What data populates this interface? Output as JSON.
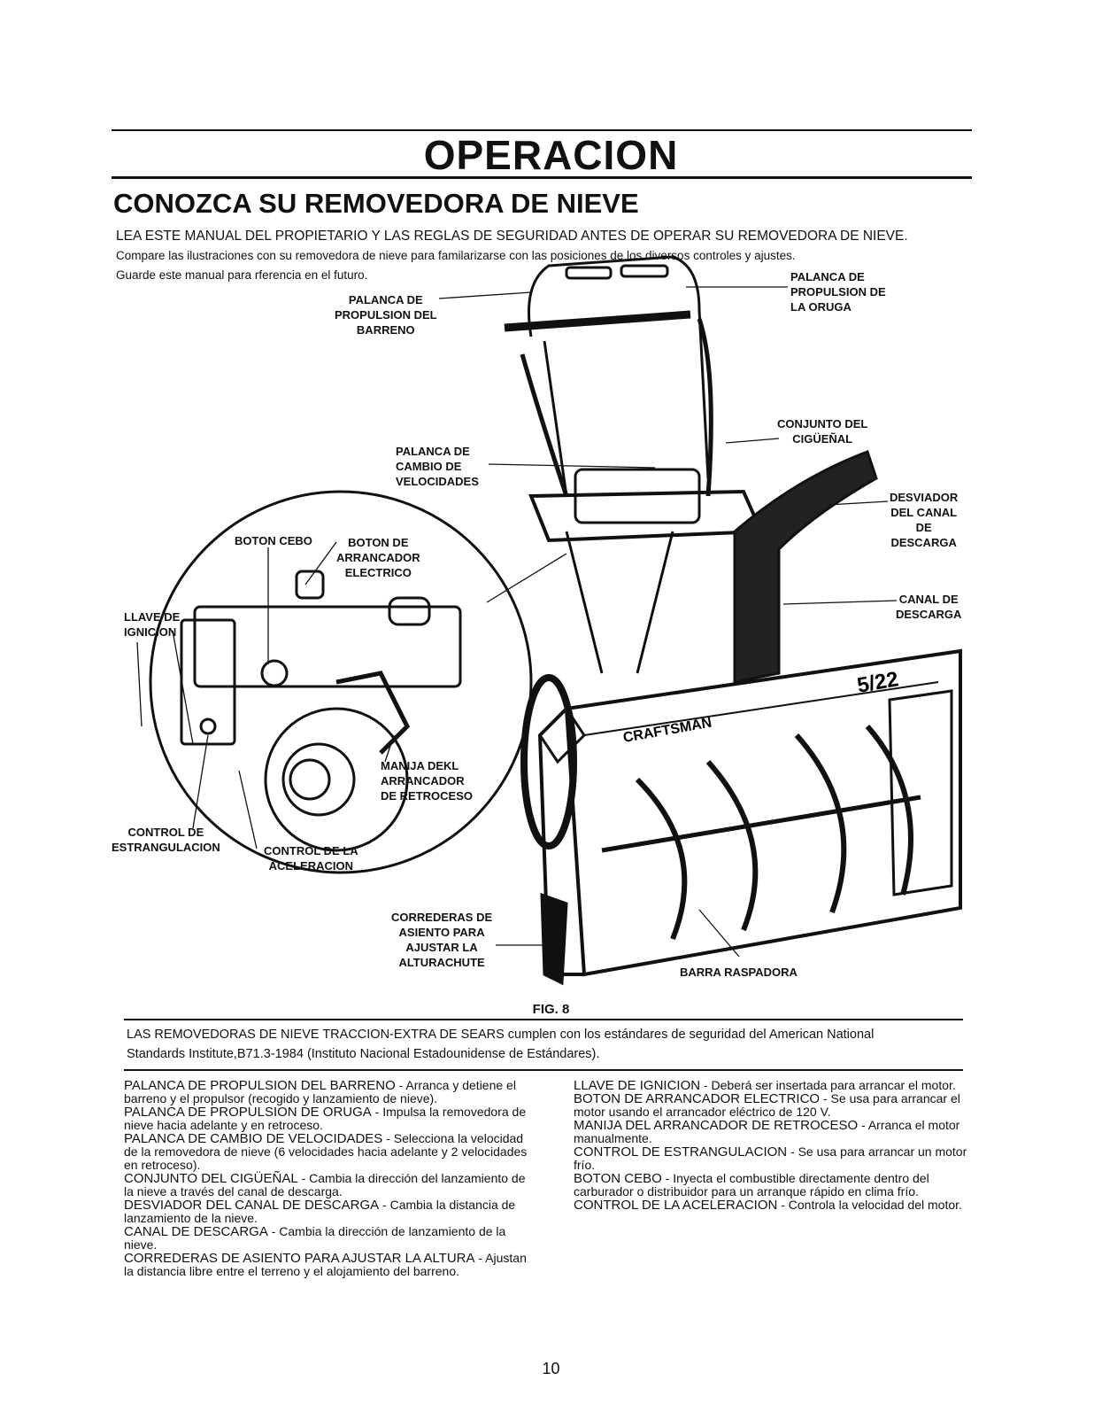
{
  "title": "OPERACION",
  "subtitle": "CONOZCA SU REMOVEDORA DE NIEVE",
  "intro": [
    "LEA ESTE MANUAL DEL PROPIETARIO Y LAS REGLAS DE SEGURIDAD ANTES DE OPERAR SU REMOVEDORA DE NIEVE.",
    "Compare las ilustraciones con su removedora de nieve para familarizarse con las posiciones de los diversos controles y ajustes.",
    "Guarde este manual para rferencia en el futuro."
  ],
  "labels": {
    "auger_lever": "PALANCA DE\nPROPULSION DEL\nBARRENO",
    "track_lever": "PALANCA DE\nPROPULSION DE\nLA ORUGA",
    "crank": "CONJUNTO DEL\nCIGÜEÑAL",
    "shift_lever": "PALANCA DE\nCAMBIO DE\nVELOCIDADES",
    "deflector": "DESVIADOR\nDEL CANAL\nDE\nDESCARGA",
    "chute": "CANAL DE\nDESCARGA",
    "primer": "BOTON CEBO",
    "starter_button": "BOTON DE\nARRANCADOR\nELECTRICO",
    "ignition": "LLAVE DE\nIGNICION",
    "recoil": "MANIJA DEKL\nARRANCADOR\nDE RETROCESO",
    "choke": "CONTROL DE\nESTRANGULACION",
    "throttle": "CONTROL DE LA\nACELERACION",
    "skids": "CORREDERAS DE\nASIENTO PARA\nAJUSTAR LA\nALTURACHUTE",
    "scraper": "BARRA RASPADORA",
    "brand": "CRAFTSMAN",
    "model": "5/22"
  },
  "figure_caption": "FIG. 8",
  "standards_note": [
    "LAS REMOVEDORAS DE NIEVE TRACCION-EXTRA DE SEARS cumplen con los estándares de seguridad del American National",
    "Standards Institute,B71.3-1984 (Instituto Nacional Estadounidense de Estándares)."
  ],
  "descriptions_left": [
    {
      "term": "PALANCA DE PROPULSION DEL BARRENO",
      "text": " - Arranca y detiene el barreno y el propulsor (recogido y lanzamiento de nieve)."
    },
    {
      "term": "PALANCA DE PROPULSION DE ORUGA",
      "text": " - Impulsa la removedora de nieve hacia adelante y en retroceso."
    },
    {
      "term": "PALANCA DE CAMBIO DE VELOCIDADES",
      "text": " - Selecciona la velocidad de la removedora de nieve (6 velocidades hacia adelante y 2 velocidades en retroceso)."
    },
    {
      "term": "CONJUNTO DEL CIGÜEÑAL",
      "text": " - Cambia la dirección del lanzamiento de la nieve a través del canal de descarga."
    },
    {
      "term": "DESVIADOR DEL CANAL DE DESCARGA",
      "text": " - Cambia la distancia de lanzamiento de la nieve."
    },
    {
      "term": "CANAL DE DESCARGA",
      "text": " - Cambia la dirección de lanzamiento de la nieve."
    },
    {
      "term": "CORREDERAS DE ASIENTO PARA AJUSTAR LA ALTURA",
      "text": " - Ajustan la distancia libre entre el terreno y el alojamiento del barreno."
    }
  ],
  "descriptions_right": [
    {
      "term": "LLAVE DE IGNICION",
      "text": " - Deberá ser insertada para arrancar el motor."
    },
    {
      "term": "BOTON DE ARRANCADOR ELECTRICO",
      "text": " - Se usa para arrancar el motor usando el arrancador eléctrico de 120 V."
    },
    {
      "term": "MANIJA DEL ARRANCADOR DE RETROCESO",
      "text": " - Arranca el motor manualmente."
    },
    {
      "term": "CONTROL DE ESTRANGULACION",
      "text": " - Se usa para arrancar un motor frío."
    },
    {
      "term": "BOTON CEBO",
      "text": " - Inyecta el combustible directamente dentro del carburador o distribuidor para un arranque rápido en clima frío."
    },
    {
      "term": "CONTROL DE LA ACELERACION",
      "text": " - Controla la velocidad del motor."
    }
  ],
  "page_number": "10"
}
